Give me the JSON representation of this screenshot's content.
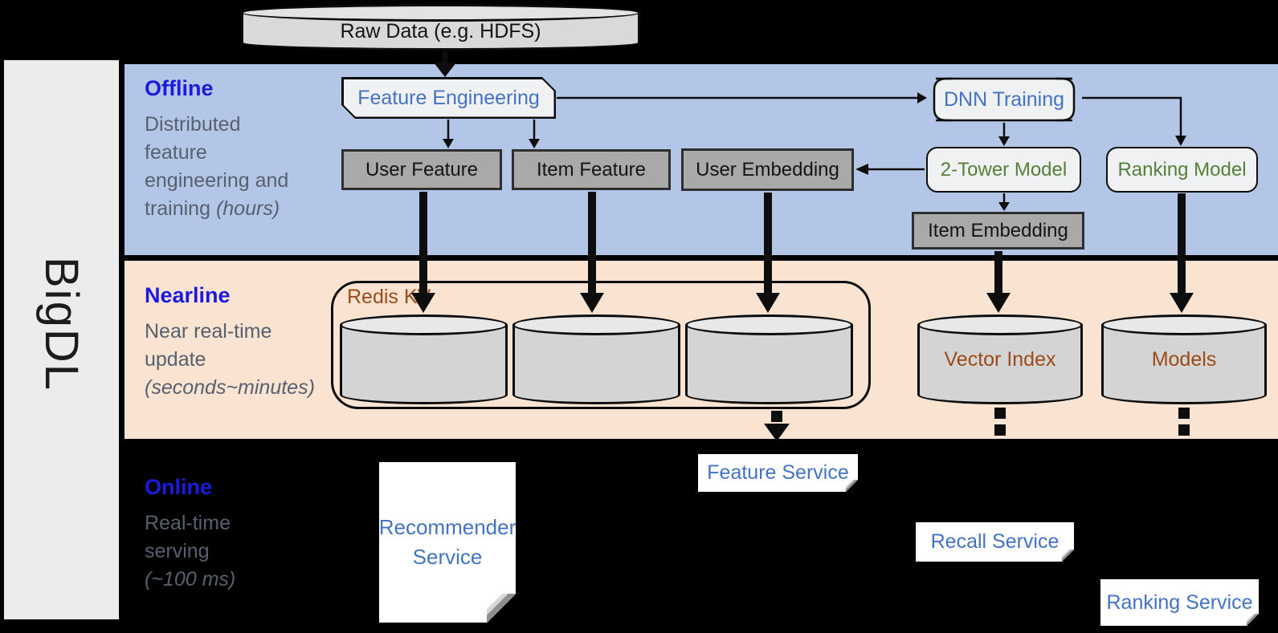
{
  "brand": {
    "label": "BigDL"
  },
  "raw_data": {
    "label": "Raw Data (e.g. HDFS)"
  },
  "bands": {
    "offline": {
      "title": "Offline",
      "desc_line1": "Distributed",
      "desc_line2": "feature",
      "desc_line3": "engineering and",
      "desc_line4": "training ",
      "desc_line4_italic": "(hours)"
    },
    "nearline": {
      "title": "Nearline",
      "desc_line1": "Near real-time",
      "desc_line2": "update",
      "desc_line3_italic": "(seconds~minutes)"
    },
    "online": {
      "title": "Online",
      "desc_line1": "Real-time",
      "desc_line2": "serving",
      "desc_line3_italic": "(~100 ms)"
    }
  },
  "offline_nodes": {
    "feature_engineering": {
      "label": "Feature Engineering"
    },
    "dnn_training": {
      "label": "DNN Training"
    },
    "user_feature": {
      "label": "User Feature"
    },
    "item_feature": {
      "label": "Item Feature"
    },
    "user_embedding": {
      "label": "User Embedding"
    },
    "two_tower_model": {
      "label": "2-Tower Model"
    },
    "ranking_model": {
      "label": "Ranking Model"
    },
    "item_embedding": {
      "label": "Item Embedding"
    }
  },
  "nearline_nodes": {
    "redis_kv": {
      "label": "Redis KV"
    },
    "vector_index": {
      "label": "Vector Index"
    },
    "models": {
      "label": "Models"
    }
  },
  "online_services": {
    "recommender": {
      "line1": "Recommender",
      "line2": "Service"
    },
    "feature": {
      "label": "Feature Service"
    },
    "recall": {
      "label": "Recall Service"
    },
    "ranking": {
      "label": "Ranking Service"
    }
  },
  "colors": {
    "offline_band": "#b4c6e8",
    "nearline_band": "#fbe3d1",
    "online_band": "#000000",
    "heading_blue": "#1b1bdf",
    "node_text_blue": "#4472c4",
    "model_text_green": "#567f38",
    "storage_text_brown": "#9c4a17",
    "desc_gray": "#57606e",
    "gray_box_fill": "#a9a9a9",
    "light_shape_fill": "#f0f1f3"
  }
}
